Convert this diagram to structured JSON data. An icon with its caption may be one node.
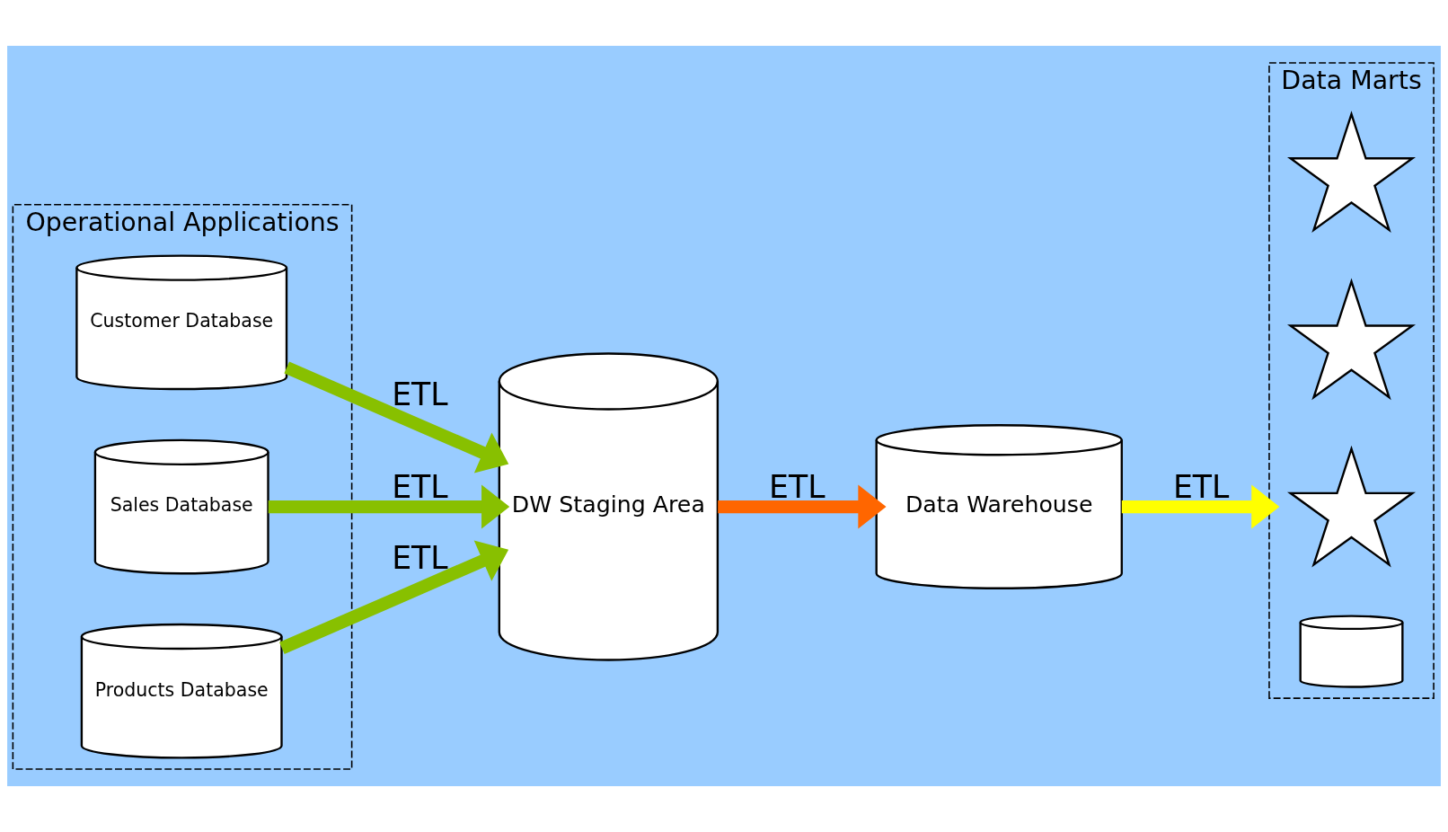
{
  "diagram": {
    "nodes": [
      {
        "text": [
          "Operational Applications"
        ]
      },
      {
        "text": [
          "Customer Database"
        ],
        "in": 0
      },
      {
        "text": [
          "Sales Database"
        ],
        "in": 0
      },
      {
        "text": [
          "Products Database"
        ],
        "in": 0
      },
      {
        "text": [
          "DW Staging Area"
        ]
      },
      {
        "text": [
          "Data Warehouse"
        ]
      },
      {
        "text": [
          "Data Marts"
        ]
      },
      {
        "text": [],
        "shape": "star",
        "in": 6
      },
      {
        "text": [],
        "shape": "star",
        "in": 6
      },
      {
        "text": [],
        "shape": "star",
        "in": 6
      },
      {
        "text": [],
        "shape": "cylinder",
        "in": 6
      }
    ],
    "edges": [
      {
        "from": 1,
        "to": 4,
        "arrow": "to",
        "label": "ETL"
      },
      {
        "from": 2,
        "to": 4,
        "arrow": "to",
        "label": "ETL"
      },
      {
        "from": 3,
        "to": 4,
        "arrow": "to",
        "label": "ETL"
      },
      {
        "from": 4,
        "to": 5,
        "arrow": "to",
        "label": "ETL",
        "color": "#ff6600"
      },
      {
        "from": 5,
        "to": 6,
        "arrow": "to",
        "label": "ETL",
        "color": "#ffff00"
      }
    ]
  }
}
